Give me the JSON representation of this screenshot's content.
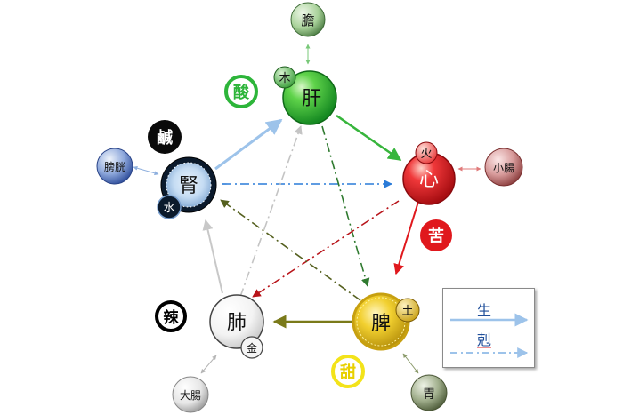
{
  "colors": {
    "wood": "#2db53a",
    "fire": "#e0181d",
    "earth": "#e8c21a",
    "metal": "#f4f4f4",
    "water": "#0b1a2c",
    "generate_arrow": "#9dc3ea",
    "control_arrow": "#6b8fd0"
  },
  "organs": {
    "liver": "肝",
    "heart": "心",
    "spleen": "脾",
    "lung": "肺",
    "kidney": "腎"
  },
  "elements": {
    "wood": "木",
    "fire": "火",
    "earth": "土",
    "metal": "金",
    "water": "水"
  },
  "paired_organs": {
    "gallbladder": "膽",
    "small_intestine": "小腸",
    "stomach": "胃",
    "large_intestine": "大腸",
    "bladder": "膀胱"
  },
  "tastes": {
    "sour": "酸",
    "bitter": "苦",
    "sweet": "甜",
    "spicy": "辣",
    "salty": "鹹"
  },
  "legend": {
    "generate": "生",
    "control": "剋"
  }
}
